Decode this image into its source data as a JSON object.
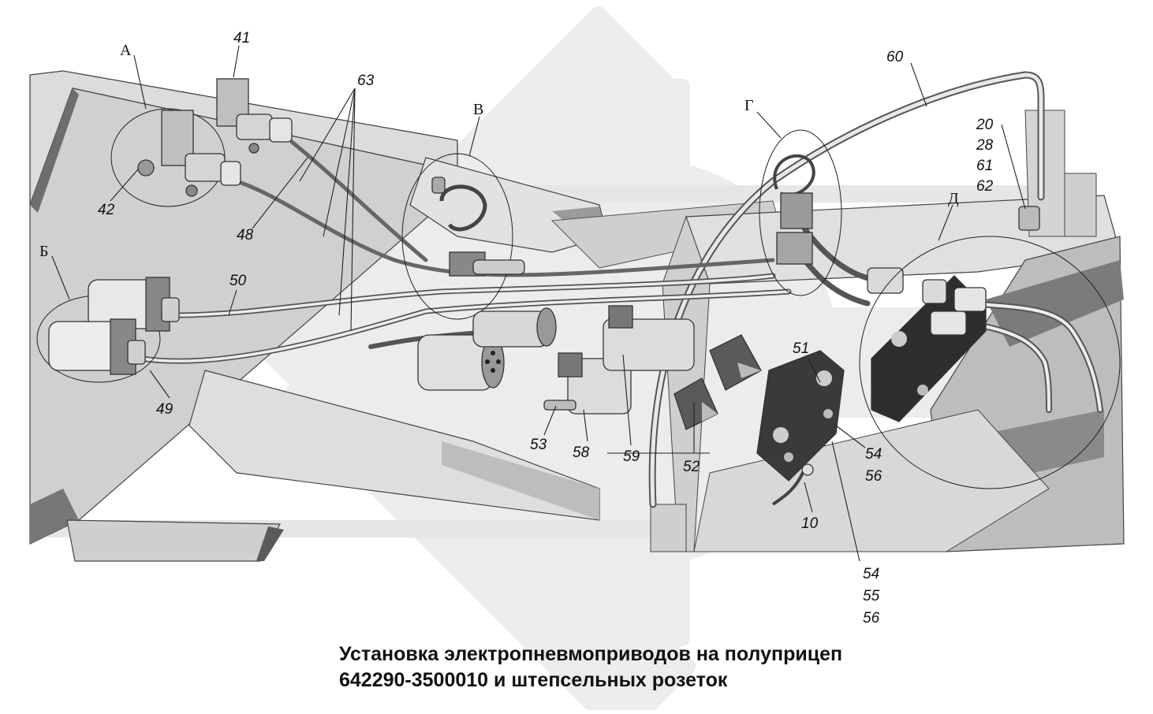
{
  "title": {
    "line1": "Установка электропневмоприводов на полуприцеп",
    "line2": "642290-3500010 и штепсельных розеток"
  },
  "section_letters": {
    "A": "А",
    "B": "Б",
    "V": "В",
    "G": "Г",
    "D": "Д"
  },
  "callouts": {
    "c41": "41",
    "c42": "42",
    "c48": "48",
    "c63": "63",
    "c60": "60",
    "c20": "20",
    "c28": "28",
    "c61": "61",
    "c62": "62",
    "c50": "50",
    "c49": "49",
    "c51": "51",
    "c53": "53",
    "c58": "58",
    "c59": "59",
    "c52": "52",
    "c54a": "54",
    "c56a": "56",
    "c10": "10",
    "c54b": "54",
    "c55": "55",
    "c56b": "56"
  },
  "colors": {
    "frame_light": "#dcdcdc",
    "frame_mid": "#b8b8b8",
    "frame_dark": "#6e6e6e",
    "watermark": "#e9e9e9",
    "line": "#222222"
  }
}
